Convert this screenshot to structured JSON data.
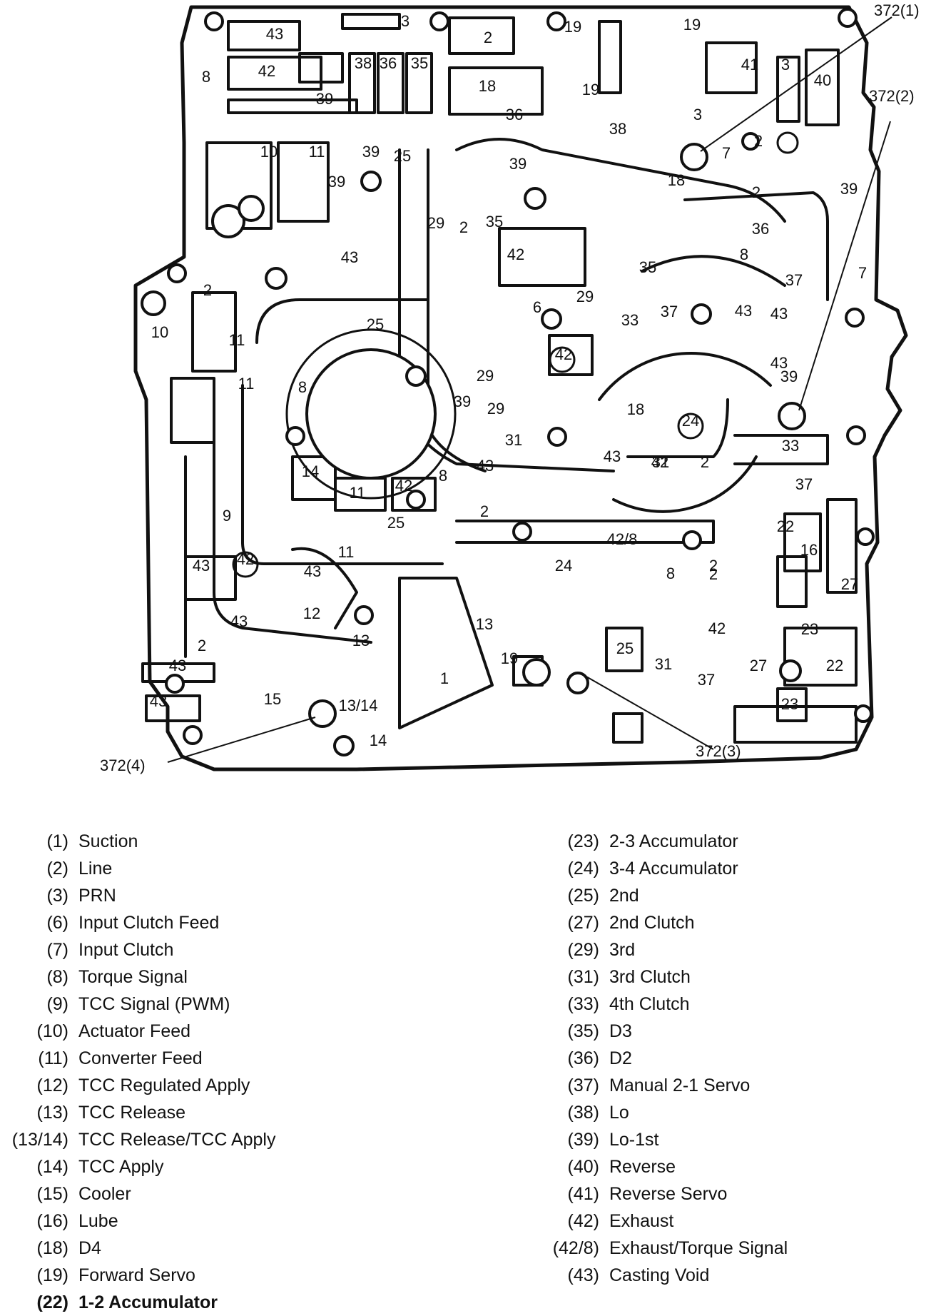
{
  "diagram": {
    "callouts": [
      "372(1)",
      "372(2)",
      "372(3)",
      "372(4)"
    ],
    "labels": [
      "43",
      "3",
      "2",
      "19",
      "19",
      "42",
      "38",
      "36",
      "35",
      "18",
      "41",
      "3",
      "40",
      "8",
      "39",
      "19",
      "38",
      "3",
      "36",
      "10",
      "11",
      "39",
      "39",
      "25",
      "7",
      "2",
      "18",
      "2",
      "39",
      "35",
      "29",
      "2",
      "36",
      "42",
      "39",
      "8",
      "43",
      "35",
      "37",
      "7",
      "6",
      "29",
      "10",
      "2",
      "11",
      "25",
      "33",
      "37",
      "43",
      "43",
      "42",
      "43",
      "11",
      "8",
      "29",
      "39",
      "29",
      "18",
      "39",
      "31",
      "24",
      "43",
      "14",
      "11",
      "42",
      "8",
      "31",
      "43",
      "33",
      "42",
      "2",
      "37",
      "9",
      "25",
      "2",
      "22",
      "16",
      "42/8",
      "2",
      "24",
      "8",
      "2",
      "27",
      "43",
      "42",
      "11",
      "43",
      "12",
      "13",
      "13",
      "23",
      "43",
      "2",
      "43",
      "25",
      "1",
      "19",
      "31",
      "42",
      "27",
      "22",
      "43",
      "15",
      "13/14",
      "37",
      "23",
      "14"
    ],
    "heading": ""
  },
  "legend": {
    "left": [
      {
        "num": "(1)",
        "text": "Suction"
      },
      {
        "num": "(2)",
        "text": "Line"
      },
      {
        "num": "(3)",
        "text": "PRN"
      },
      {
        "num": "(6)",
        "text": "Input Clutch Feed"
      },
      {
        "num": "(7)",
        "text": "Input Clutch"
      },
      {
        "num": "(8)",
        "text": "Torque Signal"
      },
      {
        "num": "(9)",
        "text": "TCC Signal (PWM)"
      },
      {
        "num": "(10)",
        "text": "Actuator Feed"
      },
      {
        "num": "(11)",
        "text": "Converter Feed"
      },
      {
        "num": "(12)",
        "text": "TCC Regulated Apply"
      },
      {
        "num": "(13)",
        "text": "TCC Release"
      },
      {
        "num": "(13/14)",
        "text": "TCC Release/TCC Apply"
      },
      {
        "num": "(14)",
        "text": "TCC Apply"
      },
      {
        "num": "(15)",
        "text": "Cooler"
      },
      {
        "num": "(16)",
        "text": "Lube"
      },
      {
        "num": "(18)",
        "text": "D4"
      },
      {
        "num": "(19)",
        "text": "Forward Servo"
      },
      {
        "num": "(22)",
        "text": "1-2 Accumulator"
      }
    ],
    "right": [
      {
        "num": "(23)",
        "text": "2-3 Accumulator"
      },
      {
        "num": "(24)",
        "text": "3-4 Accumulator"
      },
      {
        "num": "(25)",
        "text": "2nd"
      },
      {
        "num": "(27)",
        "text": "2nd Clutch"
      },
      {
        "num": "(29)",
        "text": "3rd"
      },
      {
        "num": "(31)",
        "text": "3rd Clutch"
      },
      {
        "num": "(33)",
        "text": "4th Clutch"
      },
      {
        "num": "(35)",
        "text": "D3"
      },
      {
        "num": "(36)",
        "text": "D2"
      },
      {
        "num": "(37)",
        "text": "Manual 2-1 Servo"
      },
      {
        "num": "(38)",
        "text": "Lo"
      },
      {
        "num": "(39)",
        "text": "Lo-1st"
      },
      {
        "num": "(40)",
        "text": "Reverse"
      },
      {
        "num": "(41)",
        "text": "Reverse Servo"
      },
      {
        "num": "(42)",
        "text": "Exhaust"
      },
      {
        "num": "(42/8)",
        "text": "Exhaust/Torque Signal"
      },
      {
        "num": "(43)",
        "text": "Casting Void"
      }
    ]
  }
}
